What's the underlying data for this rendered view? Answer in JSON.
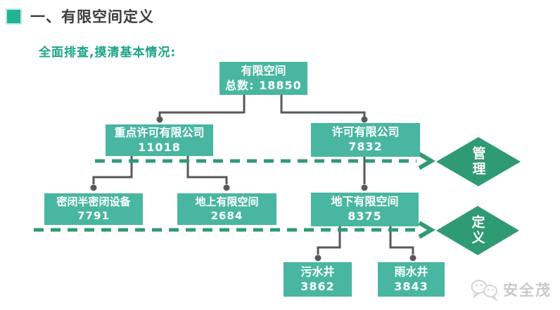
{
  "header": {
    "title": "一、有限空间定义"
  },
  "subtitle": "全面排查,摸清基本情况:",
  "nodes": {
    "total": {
      "label": "有限空间",
      "value": "总数: 18850"
    },
    "key_permit": {
      "label": "重点许可有限公司",
      "value": "11018"
    },
    "permit": {
      "label": "许可有限公司",
      "value": "7832"
    },
    "enclosed": {
      "label": "密闭半密闭设备",
      "value": "7791"
    },
    "above": {
      "label": "地上有限空间",
      "value": "2684"
    },
    "under": {
      "label": "地下有限空间",
      "value": "8375"
    },
    "sewage": {
      "label": "污水井",
      "value": "3862"
    },
    "rain": {
      "label": "雨水井",
      "value": "3843"
    }
  },
  "diamonds": {
    "manage": "管理",
    "define": "定义"
  },
  "watermark": {
    "text": "安全茂"
  },
  "colors": {
    "box_fill": "#49b6a1",
    "diamond_fill": "#2f9b72",
    "dashed_line": "#2f9b72",
    "connector_gray": "#58595b",
    "accent_square": "#23b298",
    "subtitle_green": "#1ba487",
    "title_text": "#3d3d3d",
    "watermark_gray": "#c9c9c9"
  }
}
